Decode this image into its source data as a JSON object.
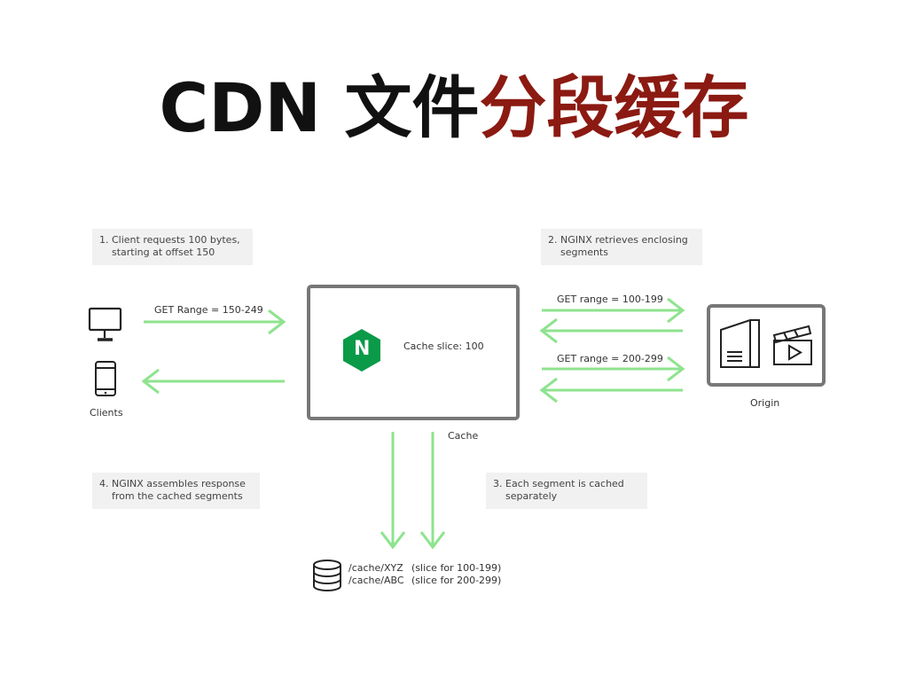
{
  "title": {
    "part1": "CDN 文件",
    "part2": "分段缓存"
  },
  "notes": {
    "step1": {
      "line1": "1. Client requests 100 bytes,",
      "line2": "starting at offset 150"
    },
    "step2": {
      "line1": "2. NGINX retrieves enclosing",
      "line2": "segments"
    },
    "step3": {
      "line1": "3. Each segment is cached",
      "line2": "separately"
    },
    "step4": {
      "line1": "4. NGINX assembles response",
      "line2": "from the cached segments"
    }
  },
  "labels": {
    "clients": "Clients",
    "get_range_client": "GET Range = 150-249",
    "cache_slice": "Cache slice: 100",
    "cache": "Cache",
    "get_range_1": "GET range = 100-199",
    "get_range_2": "GET range = 200-299",
    "origin": "Origin",
    "nginx_logo_letter": "N"
  },
  "cache_files": [
    {
      "path": "/cache/XYZ",
      "desc": "(slice for 100-199)"
    },
    {
      "path": "/cache/ABC",
      "desc": "(slice for 200-299)"
    }
  ],
  "colors": {
    "title_black": "#111111",
    "title_red": "#8b1a12",
    "arrow_green": "#8ee38e",
    "nginx_green": "#0a9a48",
    "box_border": "#777777"
  },
  "icons": [
    "monitor-icon",
    "phone-icon",
    "nginx-logo-icon",
    "server-icon",
    "video-clapper-icon",
    "database-icon"
  ]
}
